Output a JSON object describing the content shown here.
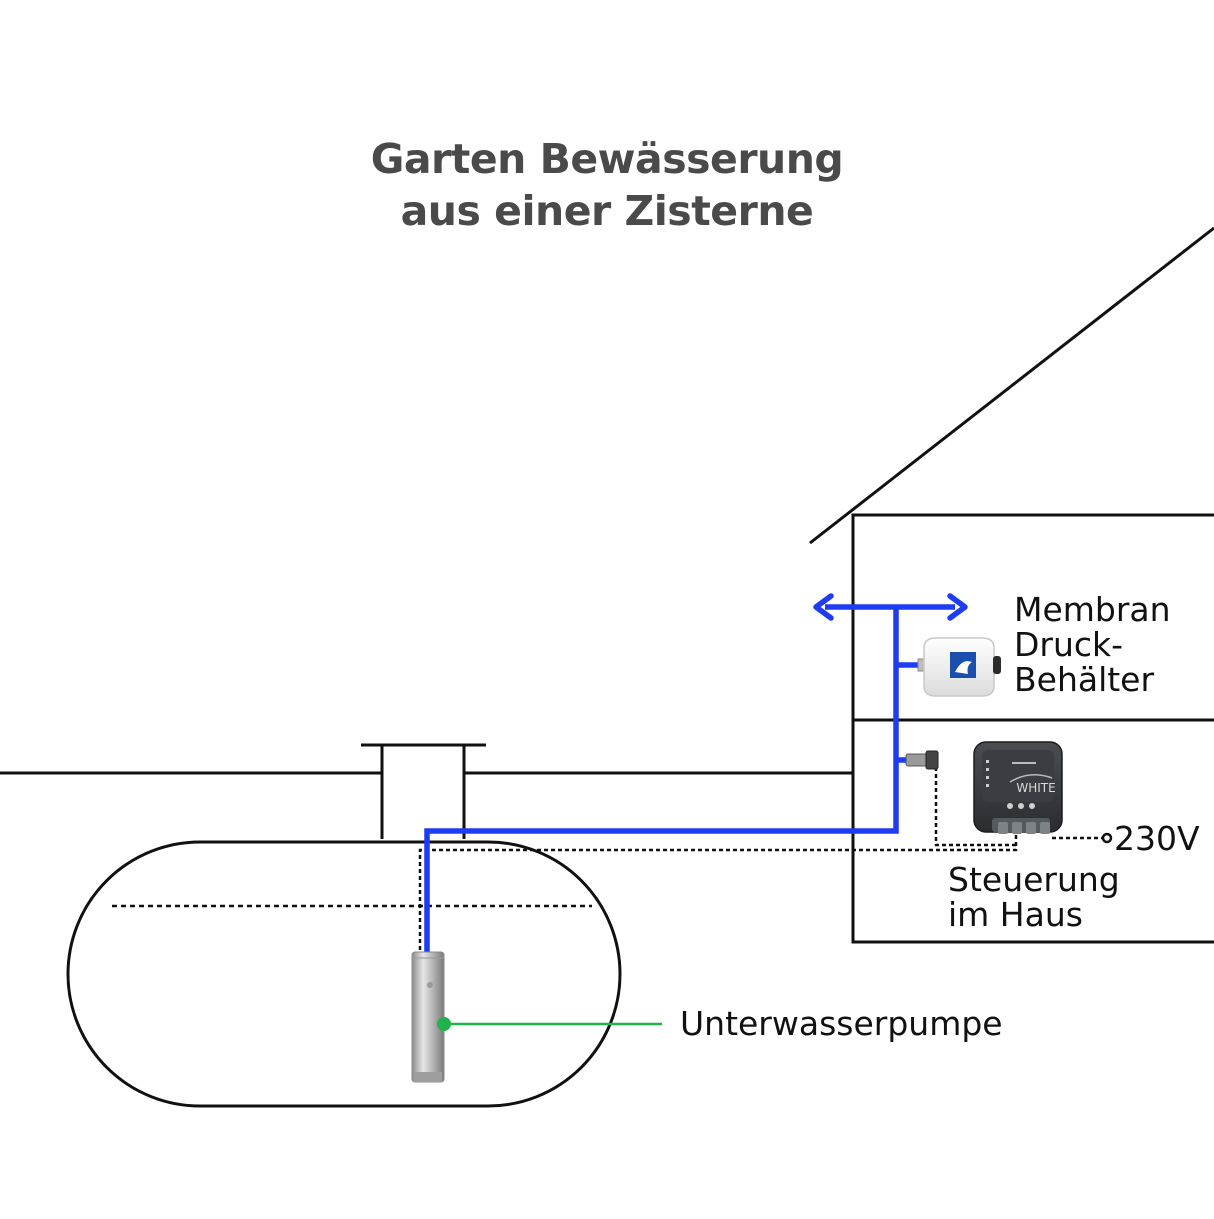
{
  "title": {
    "line1": "Garten Bewässerung",
    "line2": "aus einer Zisterne"
  },
  "labels": {
    "membran_line1": "Membran",
    "membran_line2": "Druck-",
    "membran_line3": "Behälter",
    "voltage": "230V",
    "steuerung_line1": "Steuerung",
    "steuerung_line2": "im Haus",
    "pump": "Unterwasserpumpe"
  },
  "device": {
    "brand": "WHITE"
  },
  "colors": {
    "pipe": "#1f3cf5",
    "leader": "#22b24c",
    "line": "#111111",
    "title": "#4a4a4a"
  }
}
